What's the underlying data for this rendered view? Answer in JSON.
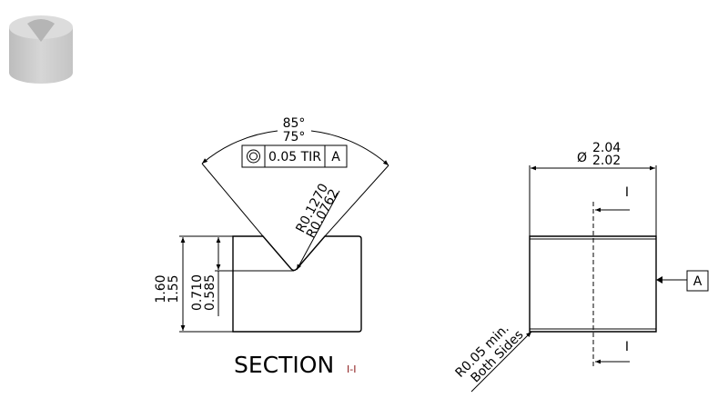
{
  "section_view": {
    "angle_max": "85°",
    "angle_min": "75°",
    "fcf": {
      "symbol": "concentricity",
      "tolerance": "0.05 TIR",
      "datum": "A"
    },
    "radius_max": "R0.1270",
    "radius_min": "R0.0762",
    "height_max": "1.60",
    "height_min": "1.55",
    "depth_max": "0.710",
    "depth_min": "0.585",
    "title": "SECTION",
    "section_id": "I-I"
  },
  "side_view": {
    "diameter_symbol": "Ø",
    "diameter_max": "2.04",
    "diameter_min": "2.02",
    "section_marker_top": "I",
    "section_marker_bottom": "I",
    "datum_label": "A",
    "edge_note_line1": "R0.05 min.",
    "edge_note_line2": "Both Sides"
  },
  "colors": {
    "line": "#000000",
    "section_id": "#8b1a1a",
    "thumbnail": "#c8c8c8"
  }
}
